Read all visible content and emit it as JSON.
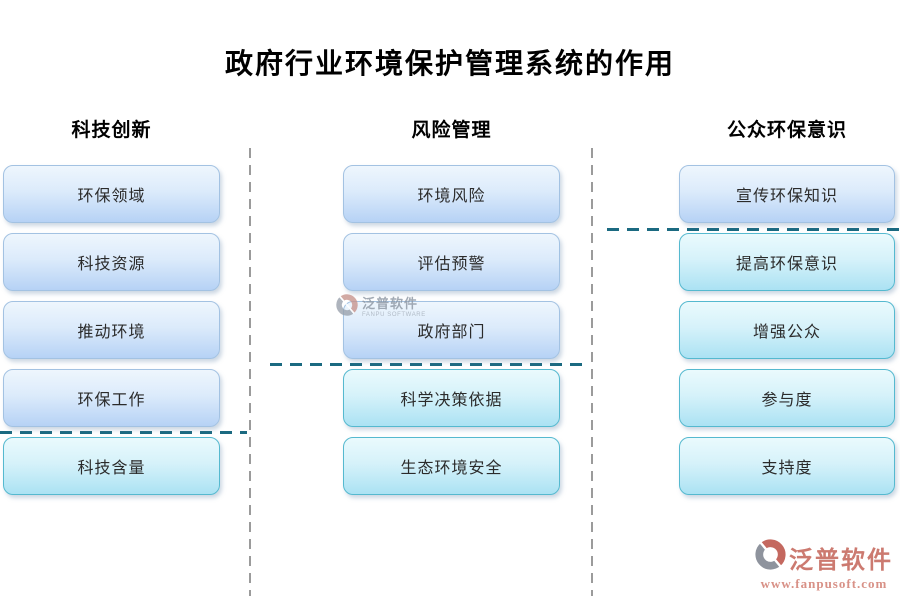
{
  "title": "政府行业环境保护管理系统的作用",
  "columns": [
    {
      "header": "科技创新",
      "boxes": [
        {
          "label": "环保领域",
          "variant": "blue"
        },
        {
          "label": "科技资源",
          "variant": "blue"
        },
        {
          "label": "推动环境",
          "variant": "blue"
        },
        {
          "label": "环保工作",
          "variant": "blue"
        },
        {
          "label": "科技含量",
          "variant": "cyan"
        }
      ]
    },
    {
      "header": "风险管理",
      "boxes": [
        {
          "label": "环境风险",
          "variant": "blue"
        },
        {
          "label": "评估预警",
          "variant": "blue"
        },
        {
          "label": "政府部门",
          "variant": "blue"
        },
        {
          "label": "科学决策依据",
          "variant": "cyan"
        },
        {
          "label": "生态环境安全",
          "variant": "cyan"
        }
      ]
    },
    {
      "header": "公众环保意识",
      "boxes": [
        {
          "label": "宣传环保知识",
          "variant": "blue"
        },
        {
          "label": "提高环保意识",
          "variant": "cyan"
        },
        {
          "label": "增强公众",
          "variant": "cyan"
        },
        {
          "label": "参与度",
          "variant": "cyan"
        },
        {
          "label": "支持度",
          "variant": "cyan"
        }
      ]
    }
  ],
  "watermark_center": {
    "name": "泛普软件",
    "subtitle": "FANPU SOFTWARE"
  },
  "brand": {
    "name": "泛普软件",
    "url": "www.fanpusoft.com"
  },
  "colors": {
    "box_blue_top": "#eef6fd",
    "box_blue_bottom": "#b6d2f5",
    "box_blue_border": "#a3c2e2",
    "box_cyan_top": "#eafafd",
    "box_cyan_bottom": "#abe2f3",
    "box_cyan_border": "#55b9cf",
    "divider_gray": "#9b9b9b",
    "separator_teal": "#1b6a81",
    "brand_red": "#cc7a70",
    "brand_gray": "#8e939d"
  }
}
